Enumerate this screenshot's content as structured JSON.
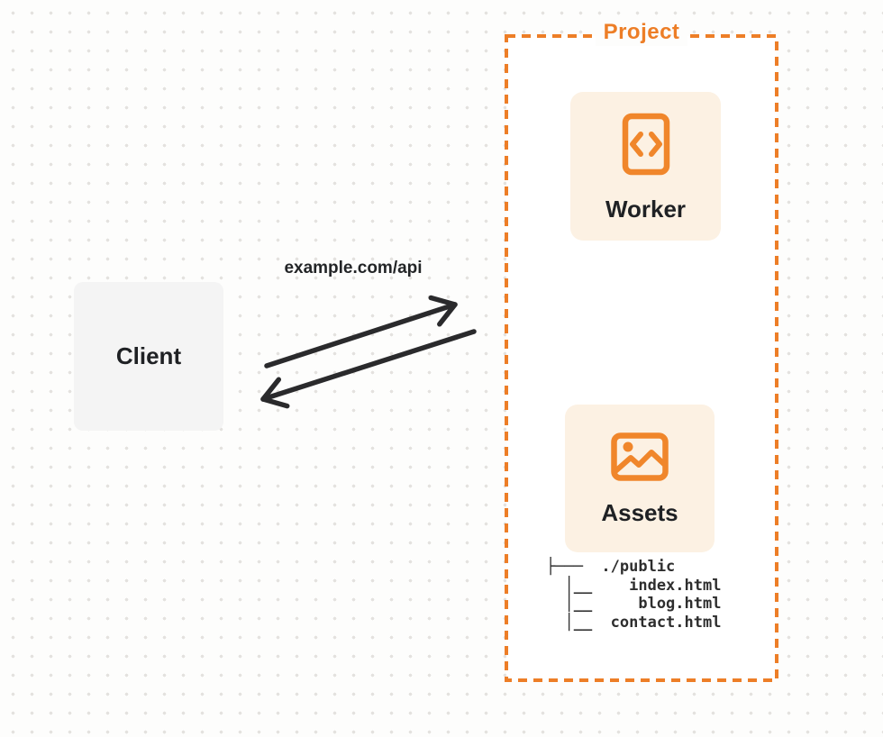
{
  "client": {
    "label": "Client"
  },
  "request_arrow": {
    "label": "example.com/api"
  },
  "project": {
    "label": "Project",
    "worker": {
      "label": "Worker",
      "icon": "code-file-icon"
    },
    "assets": {
      "label": "Assets",
      "icon": "image-icon"
    },
    "file_tree": {
      "root": "./public",
      "files": [
        "index.html",
        "blog.html",
        "contact.html"
      ],
      "lines": [
        "├───  ./public",
        "  │__    index.html",
        "  │__     blog.html",
        "  │__  contact.html"
      ]
    }
  },
  "colors": {
    "accent_orange": "#ED7E27",
    "icon_orange": "#F0862B",
    "card_cream": "#FCF1E3",
    "client_gray": "#F4F4F4",
    "arrow_dark": "#2A2A2C",
    "text_dark": "#1F2124",
    "page_bg": "#FDFDFC",
    "dot_grid": "#E4E2DF"
  }
}
